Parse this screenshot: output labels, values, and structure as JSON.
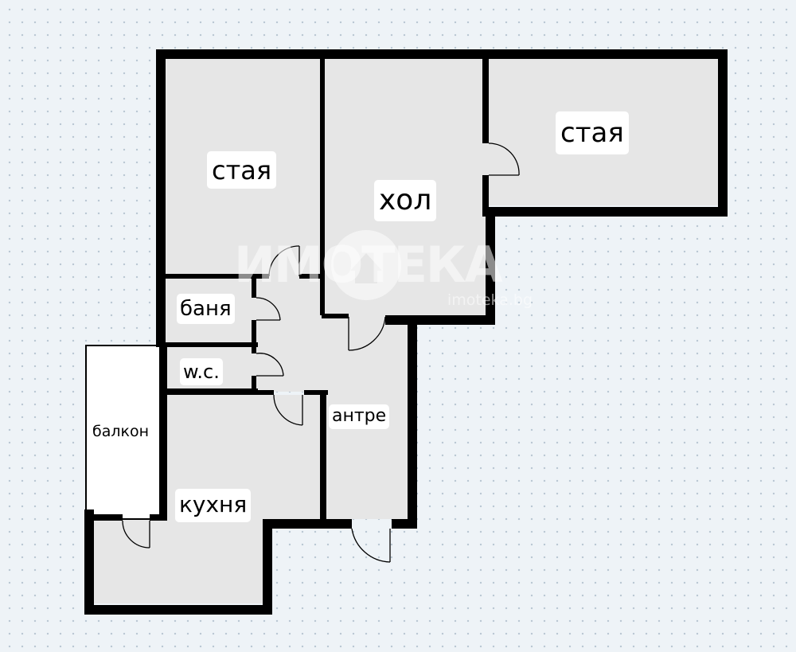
{
  "rooms": {
    "room_left": "стая",
    "hall": "хол",
    "room_right": "стая",
    "bathroom": "баня",
    "wc": "w.c.",
    "balcony": "балкон",
    "entrance": "антре",
    "kitchen": "кухня"
  },
  "watermark": {
    "brand": "ИМОТЕКА",
    "site": "imoteka.bg"
  },
  "colors": {
    "background": "#eef3f7",
    "dots": "#b9c6d2",
    "walls": "#000000",
    "room_fill": "#e6e6e6",
    "balcony_fill": "#ffffff"
  }
}
